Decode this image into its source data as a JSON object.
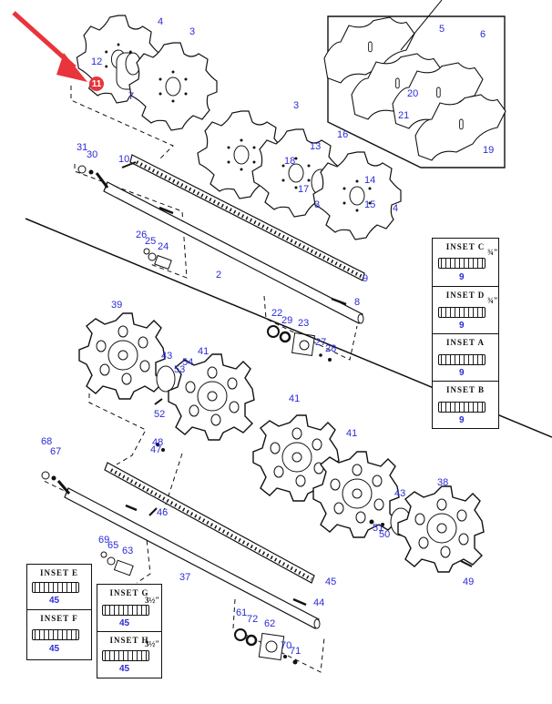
{
  "diagram": {
    "type": "exploded-parts-diagram",
    "label_color": "#2a2ad8",
    "highlight_color": "#e8343a",
    "highlighted_part": "11",
    "upper_assembly_labels": [
      "4",
      "3",
      "12",
      "7",
      "3",
      "13",
      "16",
      "18",
      "17",
      "3",
      "14",
      "15",
      "4",
      "31",
      "30",
      "10",
      "26",
      "25",
      "24",
      "2",
      "9",
      "8",
      "22",
      "29",
      "23",
      "27",
      "28"
    ],
    "detail_box_labels": [
      "5",
      "6",
      "20",
      "21",
      "19"
    ],
    "lower_assembly_labels": [
      "39",
      "43",
      "54",
      "53",
      "41",
      "52",
      "48",
      "47",
      "41",
      "41",
      "43",
      "51",
      "50",
      "38",
      "49",
      "68",
      "67",
      "46",
      "45",
      "69",
      "65",
      "63",
      "37",
      "44",
      "61",
      "72",
      "62",
      "70",
      "71"
    ]
  },
  "labels": {
    "p4a": "4",
    "p3a": "3",
    "p12": "12",
    "p11": "11",
    "p7": "7",
    "p3b": "3",
    "p13": "13",
    "p16": "16",
    "p18": "18",
    "p17": "17",
    "p3c": "3",
    "p14": "14",
    "p15": "15",
    "p4b": "4",
    "p5": "5",
    "p6": "6",
    "p20": "20",
    "p21": "21",
    "p19": "19",
    "p31": "31",
    "p30": "30",
    "p10": "10",
    "p26": "26",
    "p25": "25",
    "p24": "24",
    "p2": "2",
    "p9": "9",
    "p8": "8",
    "p22": "22",
    "p29": "29",
    "p23": "23",
    "p27": "27",
    "p28": "28",
    "p39": "39",
    "p43a": "43",
    "p54": "54",
    "p53": "53",
    "p41a": "41",
    "p52": "52",
    "p48": "48",
    "p47": "47",
    "p41b": "41",
    "p41c": "41",
    "p43b": "43",
    "p51": "51",
    "p50": "50",
    "p38": "38",
    "p49": "49",
    "p68": "68",
    "p67": "67",
    "p46": "46",
    "p45": "45",
    "p69": "69",
    "p65": "65",
    "p63": "63",
    "p37": "37",
    "p44": "44",
    "p61": "61",
    "p72": "72",
    "p62": "62",
    "p70": "70",
    "p71": "71"
  },
  "insets_right": [
    {
      "title": "INSET C",
      "part": "9",
      "dim": "¾\""
    },
    {
      "title": "INSET D",
      "part": "9",
      "dim": "¾\""
    },
    {
      "title": "INSET A",
      "part": "9",
      "dim": ""
    },
    {
      "title": "INSET B",
      "part": "9",
      "dim": ""
    }
  ],
  "insets_left": [
    {
      "title": "INSET E",
      "part": "45",
      "dim": ""
    },
    {
      "title": "INSET F",
      "part": "45",
      "dim": ""
    }
  ],
  "insets_mid": [
    {
      "title": "INSET G",
      "part": "45",
      "dim": "3½\""
    },
    {
      "title": "INSET H",
      "part": "45",
      "dim": "3½\""
    }
  ]
}
